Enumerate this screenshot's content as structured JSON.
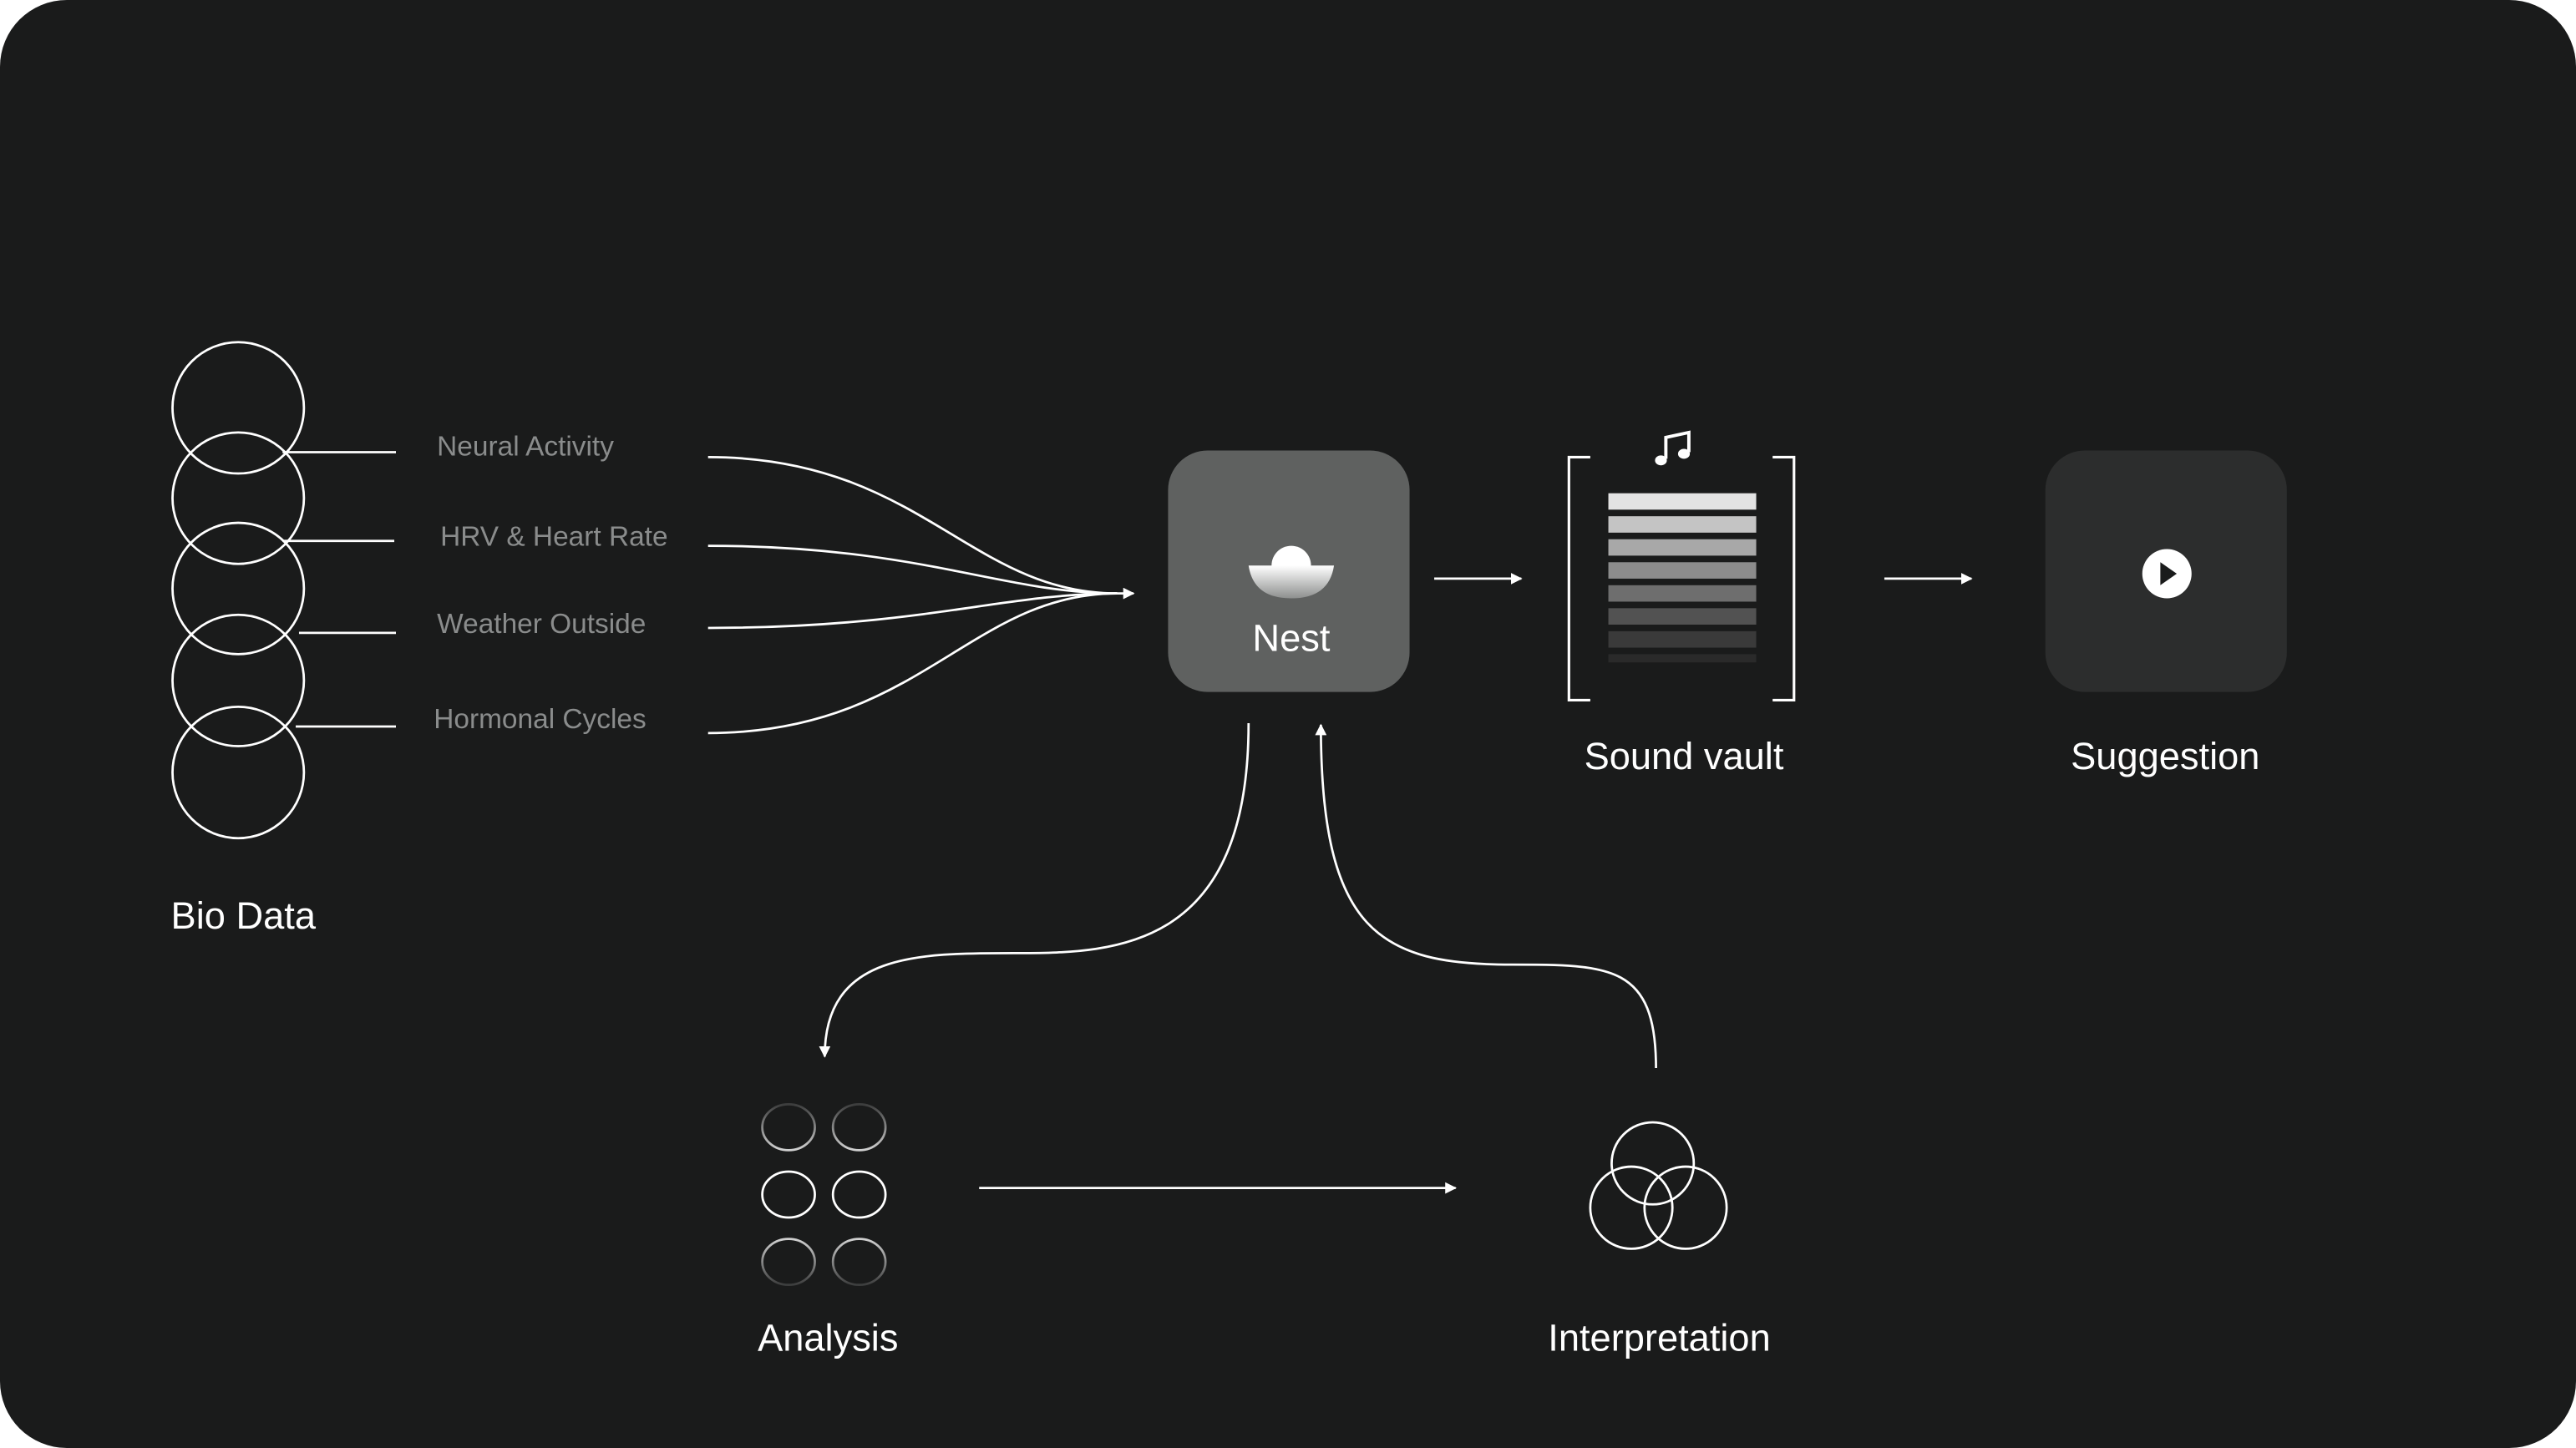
{
  "diagram": {
    "bio_data": {
      "label": "Bio Data",
      "inputs": [
        "Neural Activity",
        "HRV & Heart Rate",
        "Weather Outside",
        "Hormonal Cycles"
      ]
    },
    "nest": {
      "label": "Nest"
    },
    "sound_vault": {
      "label": "Sound vault",
      "icon": "music-note-icon"
    },
    "suggestion": {
      "label": "Suggestion",
      "icon": "play-icon"
    },
    "analysis": {
      "label": "Analysis"
    },
    "interpretation": {
      "label": "Interpretation"
    }
  },
  "colors": {
    "background": "#1a1b1b",
    "stroke": "#ffffff",
    "muted_text": "#8a8c8c",
    "nest_box": "#5f6160",
    "suggestion_box": "#2c2d2d"
  }
}
